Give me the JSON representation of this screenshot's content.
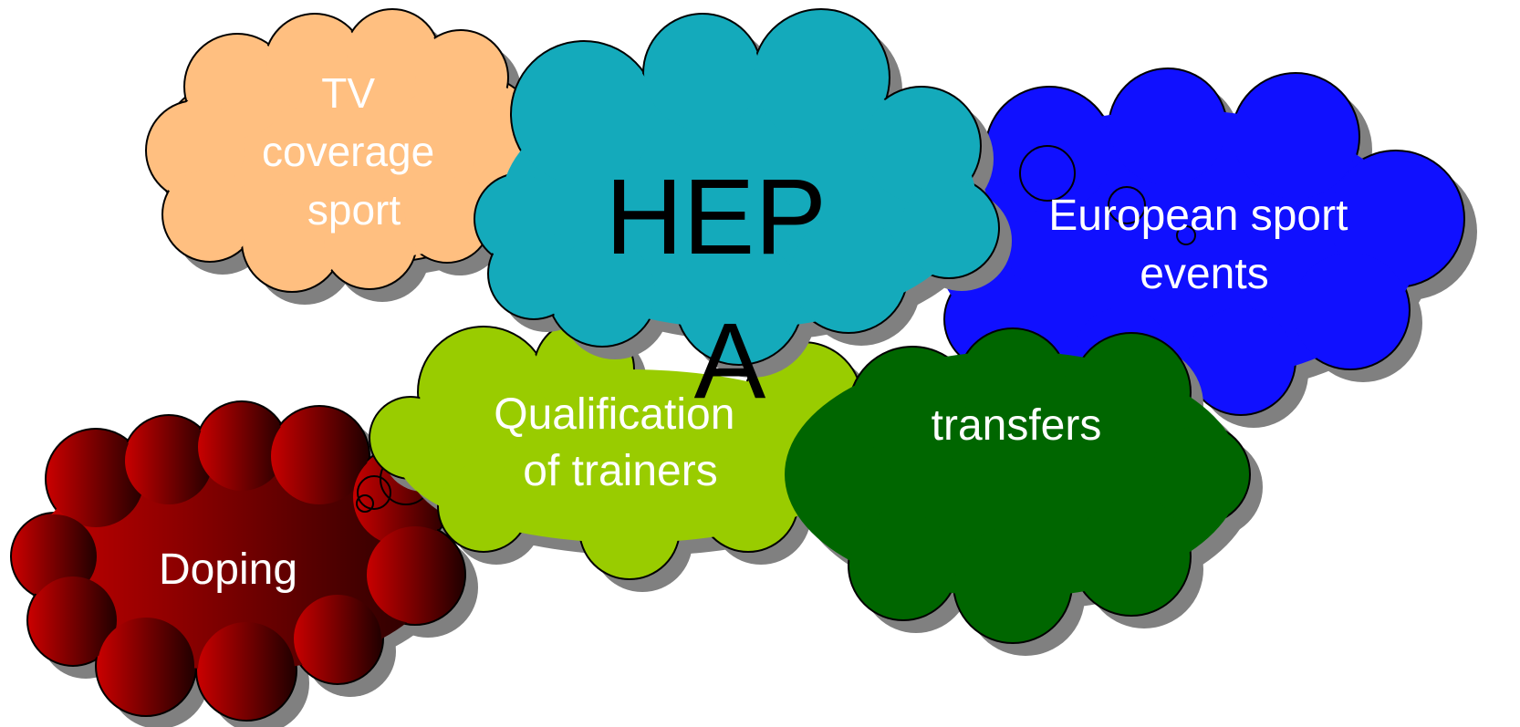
{
  "clouds": [
    {
      "id": "tv",
      "lines": [
        "TV",
        "coverage",
        "sport"
      ],
      "fill": "#ffbf80",
      "text_color": "#ffffff"
    },
    {
      "id": "doping",
      "lines": [
        "Doping"
      ],
      "fill_start": "#c80000",
      "fill_end": "#220000",
      "text_color": "#ffffff"
    },
    {
      "id": "qualification",
      "lines": [
        "Qualification",
        "of trainers"
      ],
      "fill": "#99cc00",
      "text_color": "#ffffff"
    },
    {
      "id": "european",
      "lines": [
        "European sport",
        "events"
      ],
      "fill": "#1010ff",
      "text_color": "#ffffff"
    },
    {
      "id": "transfers",
      "lines": [
        "transfers"
      ],
      "fill": "#006600",
      "text_color": "#ffffff"
    },
    {
      "id": "hepa",
      "lines": [
        "HEP",
        "A"
      ],
      "fill": "#14aabb",
      "text_color": "#000000"
    }
  ],
  "colors": {
    "shadow": "#808080",
    "outline": "#000000",
    "background": "#ffffff"
  }
}
